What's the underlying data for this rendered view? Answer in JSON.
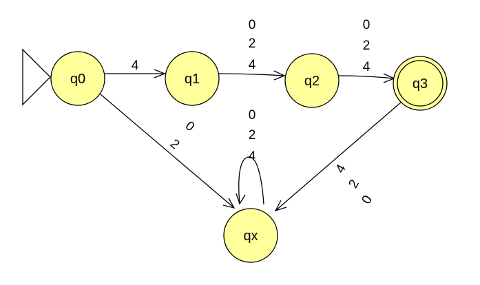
{
  "automaton": {
    "start_state": "q0",
    "accept_states": [
      "q3"
    ],
    "states": [
      {
        "id": "q0",
        "label": "q0"
      },
      {
        "id": "q1",
        "label": "q1"
      },
      {
        "id": "q2",
        "label": "q2"
      },
      {
        "id": "q3",
        "label": "q3"
      },
      {
        "id": "qx",
        "label": "qx"
      }
    ],
    "transitions": [
      {
        "id": "t-q0-q1",
        "from": "q0",
        "to": "q1",
        "symbols": [
          "4"
        ]
      },
      {
        "id": "t-q1-q2",
        "from": "q1",
        "to": "q2",
        "symbols": [
          "0",
          "2",
          "4"
        ]
      },
      {
        "id": "t-q2-q3",
        "from": "q2",
        "to": "q3",
        "symbols": [
          "0",
          "2",
          "4"
        ]
      },
      {
        "id": "t-q0-qx",
        "from": "q0",
        "to": "qx",
        "symbols": [
          "0",
          "2"
        ]
      },
      {
        "id": "t-qx-qx",
        "from": "qx",
        "to": "qx",
        "symbols": [
          "0",
          "2",
          "4"
        ]
      },
      {
        "id": "t-q3-qx",
        "from": "q3",
        "to": "qx",
        "symbols": [
          "4",
          "2",
          "0"
        ]
      }
    ]
  },
  "colors": {
    "state_fill": "#ffff9c",
    "stroke": "#000000"
  }
}
